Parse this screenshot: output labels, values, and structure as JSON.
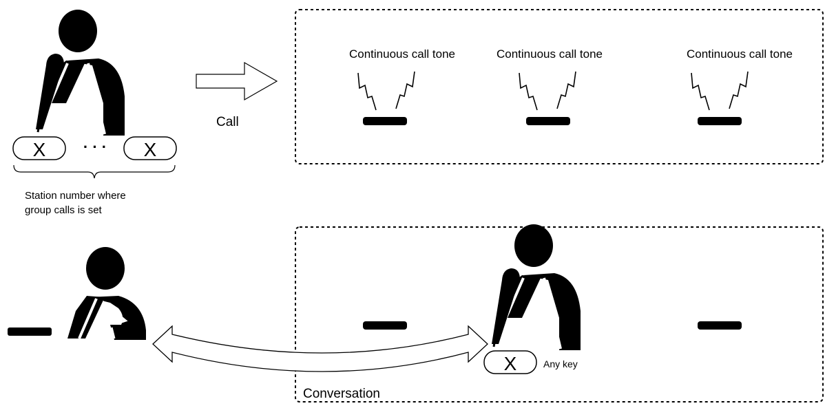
{
  "top_section": {
    "key_label": "X",
    "ellipsis": "· · ·",
    "group_caption_line1": "Station number where",
    "group_caption_line2": "group calls is set",
    "call_label": "Call",
    "stations": [
      {
        "tone_label": "Continuous call tone"
      },
      {
        "tone_label": "Continuous call tone"
      },
      {
        "tone_label": "Continuous call tone"
      }
    ]
  },
  "bottom_section": {
    "conversation_label": "Conversation",
    "answer_key_label": "X",
    "answer_key_caption": "Any key"
  },
  "colors": {
    "ink": "#000000",
    "background": "#ffffff"
  },
  "icons": [
    "person-pressing-key-icon",
    "person-at-desk-icon",
    "phone-icon",
    "ringing-lines-icon",
    "arrow-icon"
  ]
}
